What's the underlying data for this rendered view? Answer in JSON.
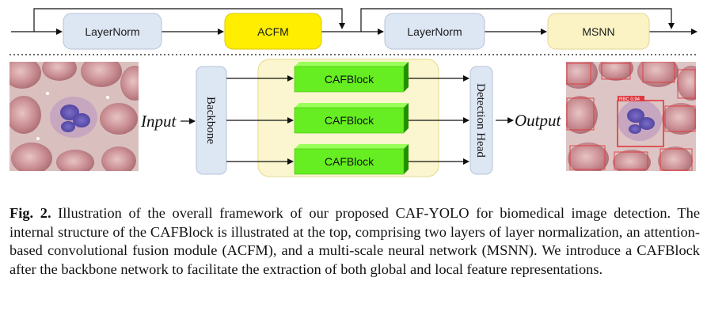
{
  "top_row": {
    "layernorm_1": "LayerNorm",
    "acfm": "ACFM",
    "layernorm_2": "LayerNorm",
    "msnn": "MSNN"
  },
  "bottom_row": {
    "input": "Input",
    "backbone": "Backbone",
    "cafblocks": [
      "CAFBlock",
      "CAFBlock",
      "CAFBlock"
    ],
    "detection_head": "Detection Head",
    "output": "Output"
  },
  "caption": {
    "label": "Fig. 2.",
    "text": " Illustration of the overall framework of our proposed CAF-YOLO for biomedical image detection. The internal structure of the CAFBlock is illustrated at the top, comprising two layers of layer normalization, an attention-based convolutional fusion module (ACFM), and a multi-scale neural network (MSNN). We introduce a CAFBlock after the backbone network to facilitate the extraction of both global and local feature representations."
  },
  "detection_labels": [
    "RBC 0.94"
  ],
  "colors": {
    "layernorm_fill": "#dde6f3",
    "acfm_fill": "#ffee00",
    "msnn_fill": "#fbf3c4",
    "cafblock_fill": "#66ee22",
    "cafblock_side": "#1f8f00",
    "cafblock_top": "#9aff5a",
    "group_fill": "#fbf6cf",
    "detection_box": "#e0383e"
  },
  "icons": [
    "blood-cell-micrograph",
    "detection-result-image"
  ]
}
